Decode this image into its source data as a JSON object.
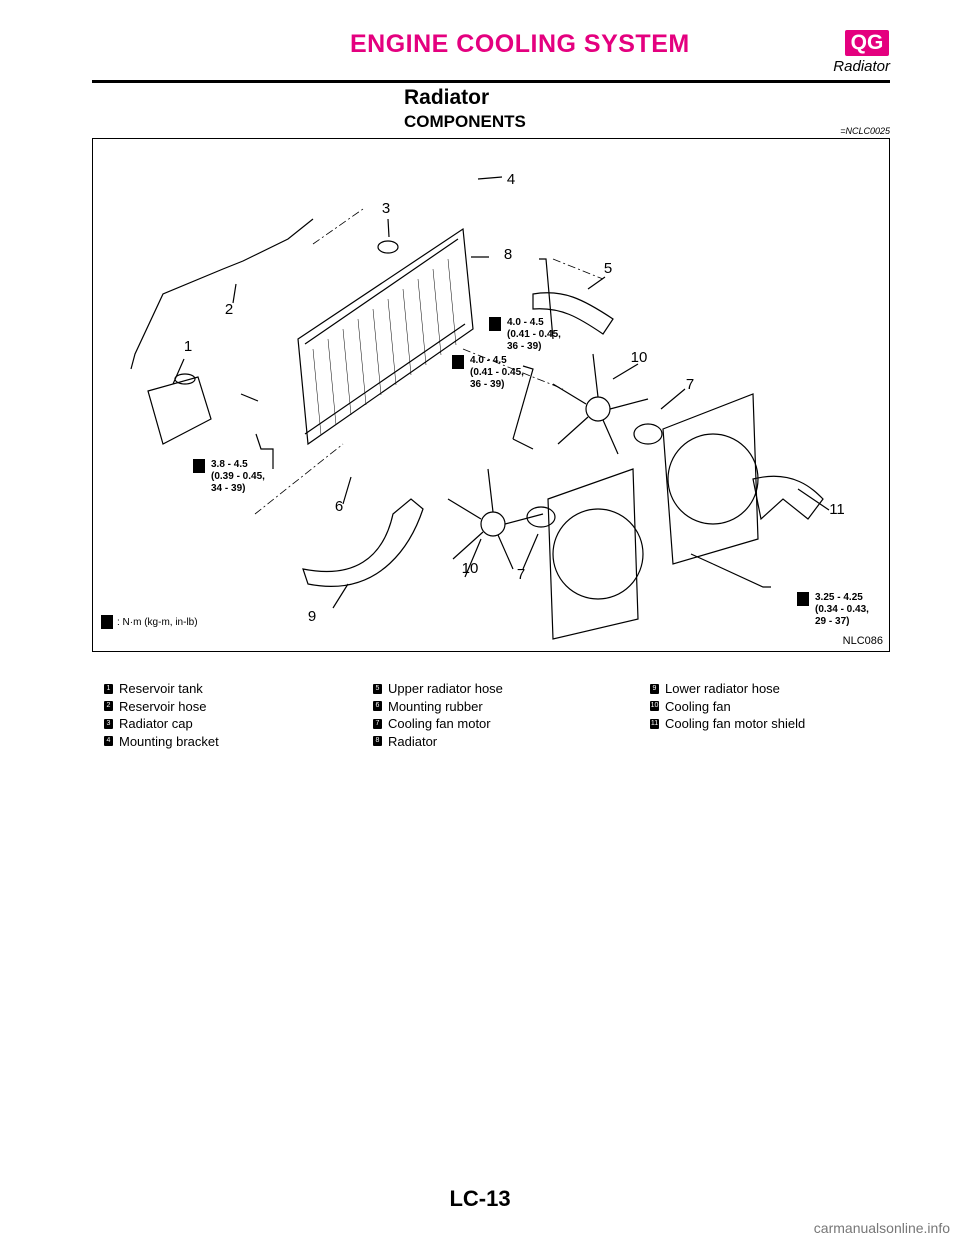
{
  "header": {
    "title": "ENGINE COOLING SYSTEM",
    "code": "QG",
    "subtitle": "Radiator"
  },
  "section": {
    "title": "Radiator",
    "subtitle": "COMPONENTS",
    "ref": "=NCLC0025"
  },
  "figure": {
    "code": "NLC086",
    "legend": ": N·m (kg-m, in-lb)",
    "torque_specs": [
      {
        "line1": "4.0 - 4.5",
        "line2": "(0.41 - 0.45,",
        "line3": "36 - 39)"
      },
      {
        "line1": "4.0 - 4.5",
        "line2": "(0.41 - 0.45,",
        "line3": "36 - 39)"
      },
      {
        "line1": "3.8 - 4.5",
        "line2": "(0.39 - 0.45,",
        "line3": "34 - 39)"
      },
      {
        "line1": "3.25 - 4.25",
        "line2": "(0.34 - 0.43,",
        "line3": "29 - 37)"
      }
    ],
    "callouts": [
      "1",
      "2",
      "3",
      "4",
      "5",
      "6",
      "7",
      "7",
      "8",
      "9",
      "10",
      "10",
      "11"
    ]
  },
  "parts": [
    [
      {
        "num": "1",
        "label": "Reservoir tank"
      },
      {
        "num": "2",
        "label": "Reservoir hose"
      },
      {
        "num": "3",
        "label": "Radiator cap"
      },
      {
        "num": "4",
        "label": "Mounting bracket"
      }
    ],
    [
      {
        "num": "5",
        "label": "Upper radiator hose"
      },
      {
        "num": "6",
        "label": "Mounting rubber"
      },
      {
        "num": "7",
        "label": "Cooling fan motor"
      },
      {
        "num": "8",
        "label": "Radiator"
      }
    ],
    [
      {
        "num": "9",
        "label": "Lower radiator hose"
      },
      {
        "num": "10",
        "label": "Cooling fan"
      },
      {
        "num": "11",
        "label": "Cooling fan motor shield"
      }
    ]
  ],
  "footer": {
    "page": "LC-13"
  },
  "watermark": "carmanualsonline.info"
}
